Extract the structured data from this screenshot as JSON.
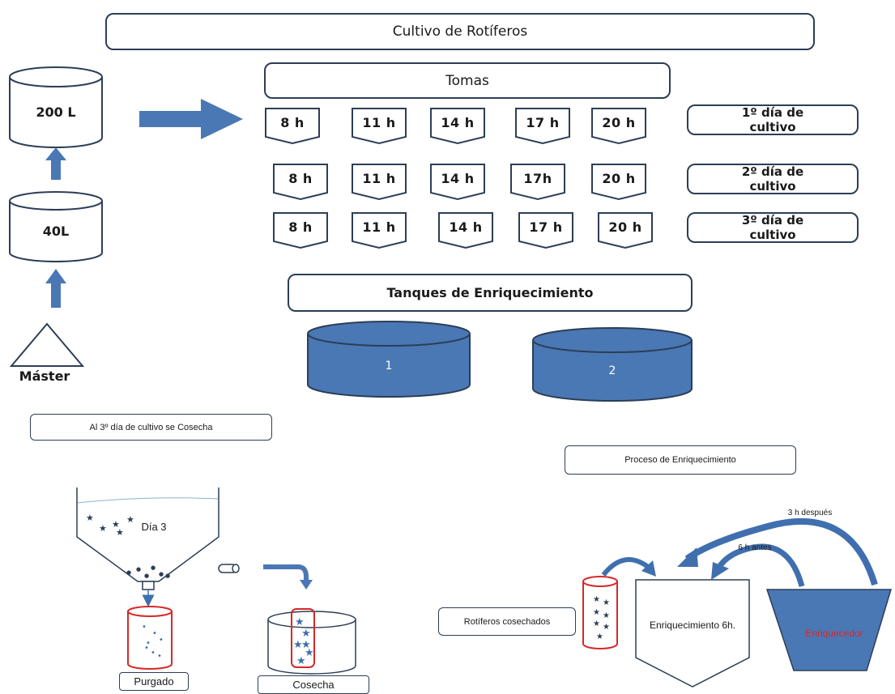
{
  "title": "Cultivo de Rotíferos",
  "tomas_title": "Tomas",
  "tanks": {
    "t200": "200 L",
    "t40": "40L",
    "master": "Máster"
  },
  "schedule": [
    {
      "day_label": "1º día de cultivo",
      "times": [
        "8 h",
        "11 h",
        "14 h",
        "17 h",
        "20 h"
      ]
    },
    {
      "day_label": "2º día de cultivo",
      "times": [
        "8 h",
        "11 h",
        "14 h",
        "17h",
        "20 h"
      ]
    },
    {
      "day_label": "3º día de cultivo",
      "times": [
        "8 h",
        "11 h",
        "14 h",
        "17 h",
        "20 h"
      ]
    }
  ],
  "enrichment": {
    "title": "Tanques de Enriquecimiento",
    "tank1": "1",
    "tank2": "2"
  },
  "harvest": {
    "note": "Al 3º día de cultivo se Cosecha",
    "dia": "Día 3",
    "purgado": "Purgado",
    "cosecha": "Cosecha"
  },
  "process": {
    "title": "Proceso de Enriquecimiento",
    "rotiferos": "Rotíferos cosechados",
    "enriquecimiento": "Enriquecimiento 6h.",
    "enriquecedor": "Enriquecedor",
    "after": "3 h después",
    "before": "6 h antes"
  },
  "colors": {
    "blue": "#4a78b5",
    "outline": "#2c3e56",
    "red": "#d62828",
    "arrow": "#3f6fae"
  }
}
